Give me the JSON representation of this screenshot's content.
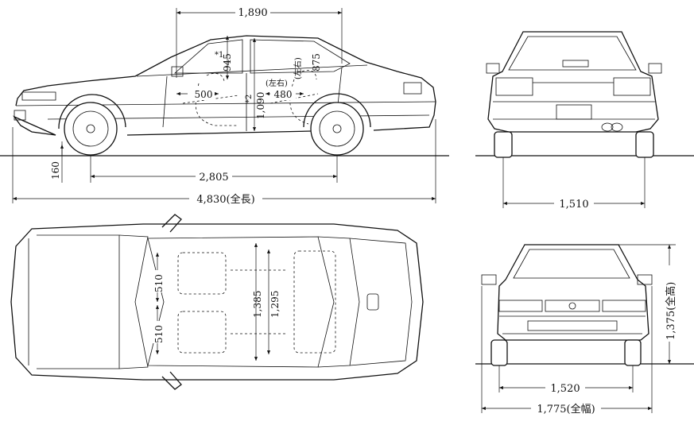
{
  "dimensions": {
    "headroom_span": "1,890",
    "ground_clearance": "160",
    "wheelbase": "2,805",
    "overall_length": "4,830(全長)",
    "front_headroom_note": "*1",
    "front_headroom": "945",
    "rear_headroom_note": "(左右)",
    "rear_headroom": "875",
    "front_seat_travel": "500",
    "rear_seat_space": "480",
    "rear_note": "(左右)",
    "interior_height_note": "*2",
    "interior_height": "1,090",
    "rear_track": "1,510",
    "seat_width_rear": "510",
    "seat_width_front": "510",
    "interior_width_1": "1,385",
    "interior_width_2": "1,295",
    "front_track": "1,520",
    "overall_width": "1,775(全幅)",
    "overall_height": "1,375(全高)"
  },
  "views": [
    "side-view",
    "rear-view",
    "top-view",
    "front-view"
  ]
}
